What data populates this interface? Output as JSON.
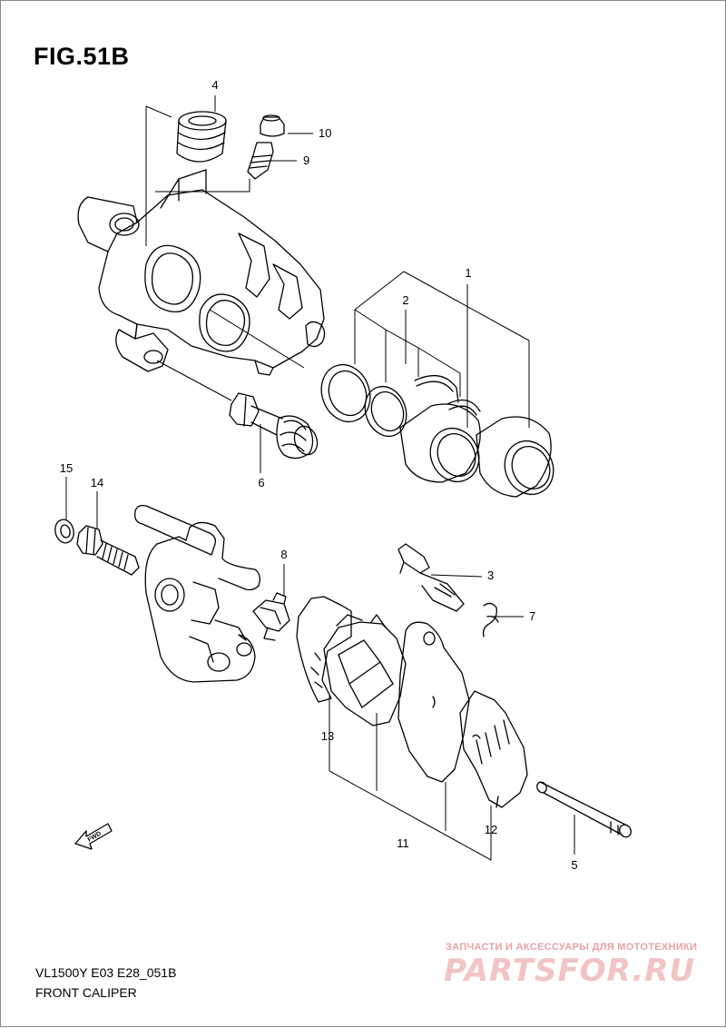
{
  "figure": {
    "title": "FIG.51B",
    "model_code": "VL1500Y E03 E28_051B",
    "section": "FRONT CALIPER",
    "fwd_label": "FWD"
  },
  "callouts": [
    "1",
    "2",
    "3",
    "4",
    "5",
    "6",
    "7",
    "8",
    "9",
    "10",
    "11",
    "12",
    "13",
    "14",
    "15"
  ],
  "watermark": {
    "tagline": "ЗАПЧАСТИ И АКСЕССУАРЫ ДЛЯ МОТОТЕХНИКИ",
    "logo": "PARTSFOR.RU"
  },
  "colors": {
    "line": "#000000",
    "watermark": "#e6a3a3"
  }
}
